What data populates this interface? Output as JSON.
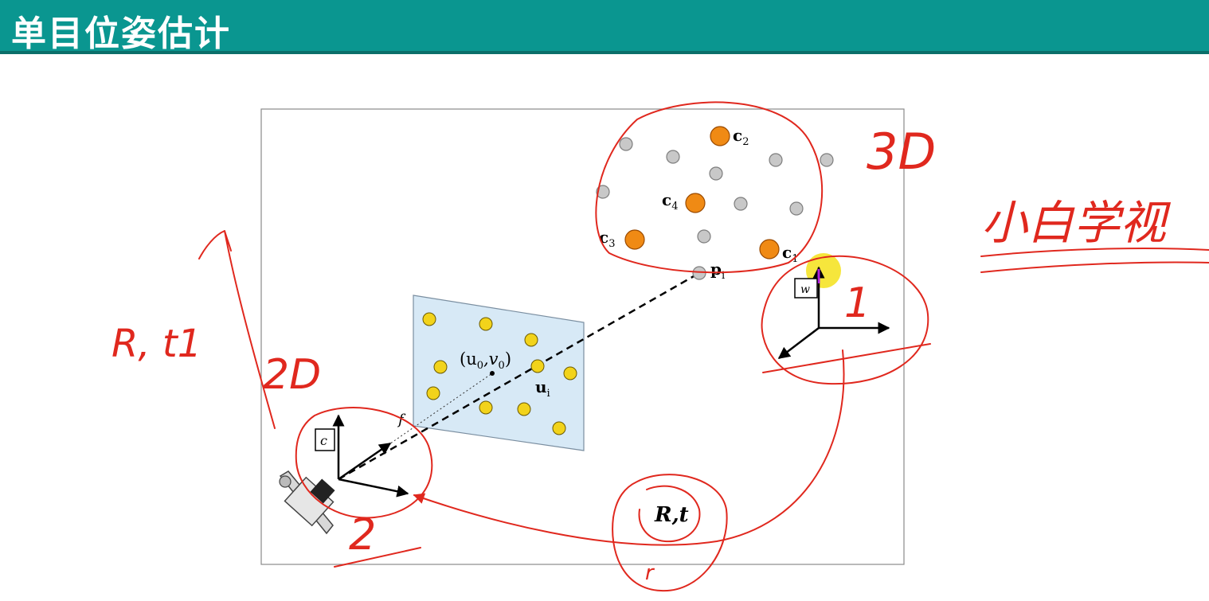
{
  "header": {
    "title": "单目位姿估计"
  },
  "diagram": {
    "labels": {
      "c1": "c",
      "c1_sub": "1",
      "c2": "c",
      "c2_sub": "2",
      "c3": "c",
      "c3_sub": "3",
      "c4": "c",
      "c4_sub": "4",
      "pi": "p",
      "pi_sub": "i",
      "ui": "u",
      "ui_sub": "i",
      "principal_point": "(u",
      "principal_sub0": "0",
      "principal_mid": ",v",
      "principal_sub1": "0",
      "principal_end": ")",
      "focal": "f",
      "camera_frame": "c",
      "world_frame": "w",
      "transform": "R,t"
    },
    "annotations": {
      "label_3d": "3D",
      "label_2d": "2D",
      "label_rt1": "R, t1",
      "label_one": "1",
      "label_two": "2",
      "label_r": "r",
      "watermark": "小白学视"
    }
  },
  "colors": {
    "header_bg": "#0a9690",
    "ink_red": "#e0281e",
    "feature_orange": "#f08a14",
    "point_gray": "#bdbdbd",
    "image_yellow": "#f2d31b",
    "image_plane": "#d7e9f6"
  }
}
